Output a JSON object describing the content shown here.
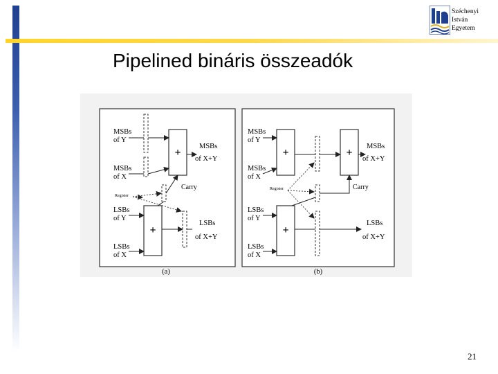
{
  "header": {
    "logo_icon": "szechenyi-university-logo-icon",
    "logo_lines": [
      "Széchenyi",
      "István",
      "Egyetem"
    ]
  },
  "slide": {
    "title": "Pipelined bináris összeadók",
    "page_number": "21"
  },
  "figure": {
    "panel_a": {
      "caption": "(a)",
      "msbs_y": [
        "MSBs",
        "of Y"
      ],
      "msbs_x": [
        "MSBs",
        "of X"
      ],
      "lsbs_y": [
        "LSBs",
        "of Y"
      ],
      "lsbs_x": [
        "LSBs",
        "of X"
      ],
      "msbs_sum": [
        "MSBs",
        "of X+Y"
      ],
      "lsbs_sum": [
        "LSBs",
        "of X+Y"
      ],
      "carry": "Carry",
      "register": "Register",
      "adder_symbol": "+"
    },
    "panel_b": {
      "caption": "(b)",
      "msbs_y": [
        "MSBs",
        "of Y"
      ],
      "msbs_x": [
        "MSBs",
        "of X"
      ],
      "lsbs_y": [
        "LSBs",
        "of Y"
      ],
      "lsbs_x": [
        "LSBs",
        "of X"
      ],
      "msbs_sum": [
        "MSBs",
        "of X+Y"
      ],
      "lsbs_sum": [
        "LSBs",
        "of X+Y"
      ],
      "carry": "Carry",
      "register": "Register",
      "adder_symbol": "+"
    }
  }
}
